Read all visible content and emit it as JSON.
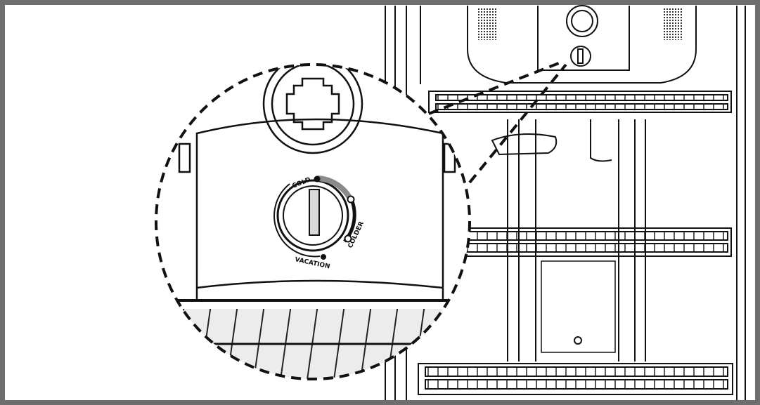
{
  "dial": {
    "cold_label": "COLD",
    "colder_label": "COLDER",
    "vacation_label": "VACATION"
  },
  "colors": {
    "frame": "#6e6e6e",
    "line": "#111111",
    "cold_arc": "#8a8a8a",
    "dial_pointer": "#d9d9d9"
  }
}
